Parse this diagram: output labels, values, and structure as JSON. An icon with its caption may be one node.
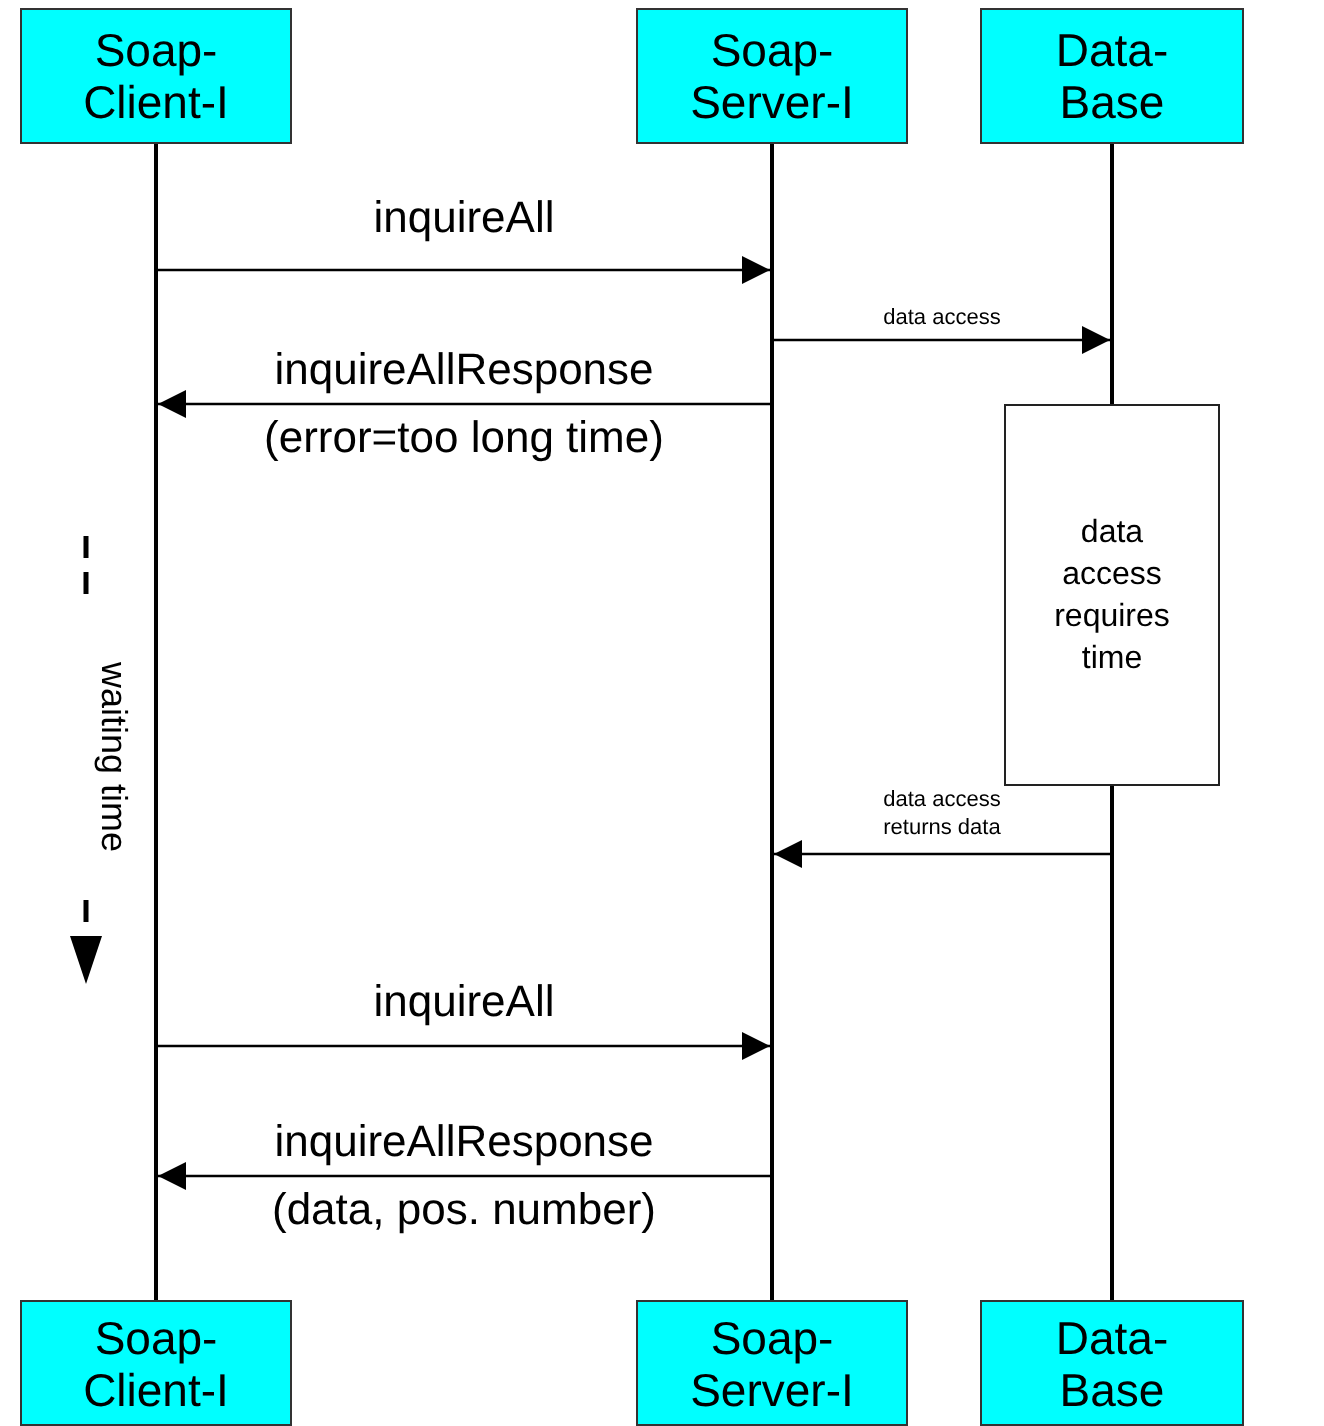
{
  "diagram": {
    "nodes": [
      {
        "text": [
          "Soap- Client-I"
        ]
      },
      {
        "text": [
          "Soap- Server-I"
        ]
      },
      {
        "text": [
          "Data- Base"
        ]
      },
      {
        "text": [],
        "shape": "bar"
      },
      {
        "text": [],
        "shape": "bar"
      },
      {
        "text": [],
        "shape": "bar"
      },
      {
        "text": [
          "data access requires time"
        ]
      },
      {
        "text": [],
        "shape": "bar"
      },
      {
        "text": [
          "Soap- Client-I"
        ]
      },
      {
        "text": [
          "Soap- Server-I"
        ]
      },
      {
        "text": [
          "Data- Base"
        ]
      }
    ],
    "edges": [
      {
        "from": 3,
        "to": 4,
        "arrow": "to",
        "label": "inquireAll"
      },
      {
        "from": 4,
        "to": 5,
        "arrow": "to",
        "label": "data access"
      },
      {
        "from": 4,
        "to": 3,
        "arrow": "to",
        "label": "inquireAllResponse (error=too long time)"
      },
      {
        "from": 7,
        "to": 4,
        "arrow": "to",
        "label": "data access returns data"
      },
      {
        "from": 3,
        "to": 4,
        "arrow": "to",
        "label": "inquireAll"
      },
      {
        "from": 4,
        "to": 3,
        "arrow": "to",
        "label": "inquireAllResponse (data, pos. number)"
      }
    ],
    "labels": [
      "waiting time"
    ]
  }
}
